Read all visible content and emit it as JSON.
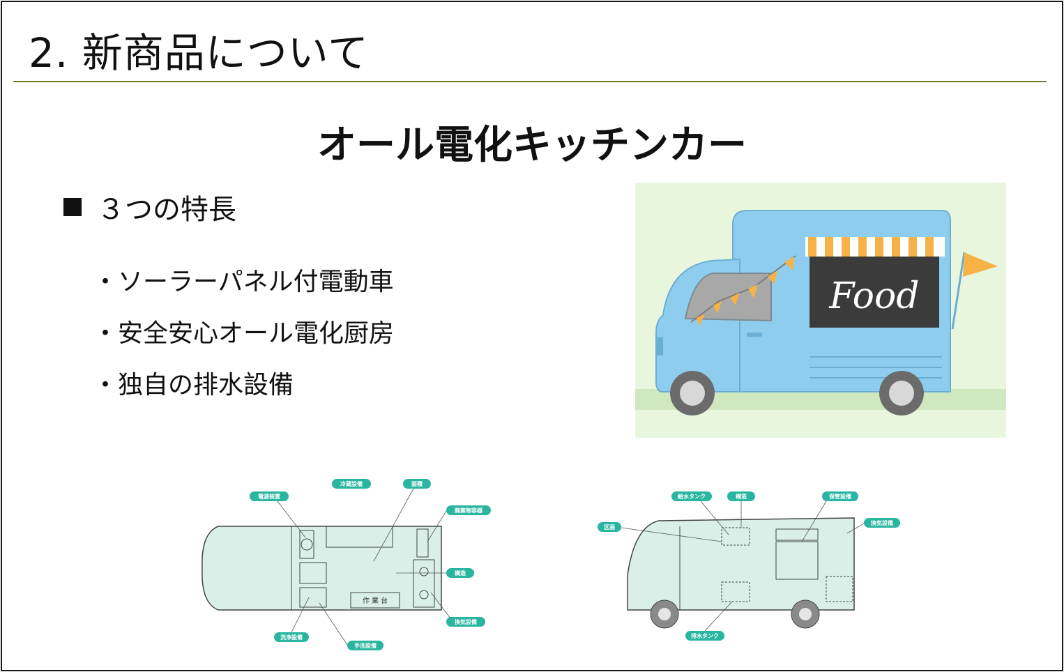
{
  "title": "2. 新商品について",
  "subtitle": "オール電化キッチンカー",
  "features_heading": "３つの特長",
  "features": [
    "・ソーラーパネル付電動車",
    "・安全安心オール電化厨房",
    "・独自の排水設備"
  ],
  "truck_sign": "Food",
  "colors": {
    "truck_body": "#8fcdee",
    "awning": "#f6b246",
    "title_rule": "#6b7c3a",
    "diagram_tag": "#29b5a0",
    "diagram_fill": "#d9efe8"
  },
  "floor_plan_labels": {
    "power": "電源装置",
    "fridge": "冷蔵設備",
    "area": "面積",
    "waste": "廃棄物容器",
    "structure": "構造",
    "vent": "換気設備",
    "wash": "洗浄設備",
    "handwash": "手洗設備",
    "worktable": "作 業 台"
  },
  "side_view_labels": {
    "supply_tank": "給水タンク",
    "structure": "構造",
    "storage": "保管設備",
    "vent": "換気設備",
    "partition": "区画",
    "drain_tank": "排水タンク"
  }
}
